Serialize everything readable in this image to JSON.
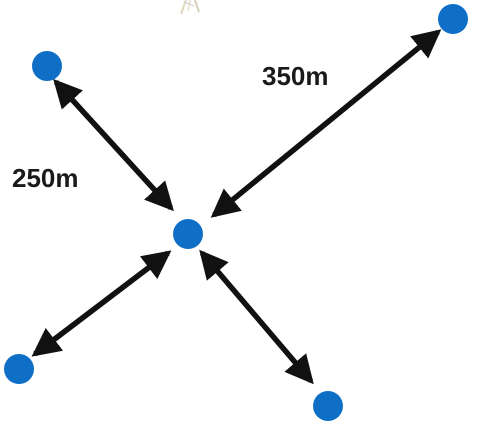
{
  "colors": {
    "node": "#0f6fc6",
    "arrow": "#111111",
    "label": "#1a1a1a",
    "background": "#ffffff"
  },
  "labels": {
    "upper_left_distance": "250m",
    "upper_right_distance": "350m"
  },
  "nodes": [
    {
      "id": "center",
      "name": "center-node"
    },
    {
      "id": "upper-left",
      "name": "upper-left-node"
    },
    {
      "id": "upper-right",
      "name": "upper-right-node"
    },
    {
      "id": "lower-left",
      "name": "lower-left-node"
    },
    {
      "id": "lower-right",
      "name": "lower-right-node"
    }
  ],
  "links": [
    {
      "from": "center",
      "to": "upper-left",
      "label_key": "upper_left_distance"
    },
    {
      "from": "center",
      "to": "upper-right",
      "label_key": "upper_right_distance"
    },
    {
      "from": "center",
      "to": "lower-left"
    },
    {
      "from": "center",
      "to": "lower-right"
    }
  ]
}
